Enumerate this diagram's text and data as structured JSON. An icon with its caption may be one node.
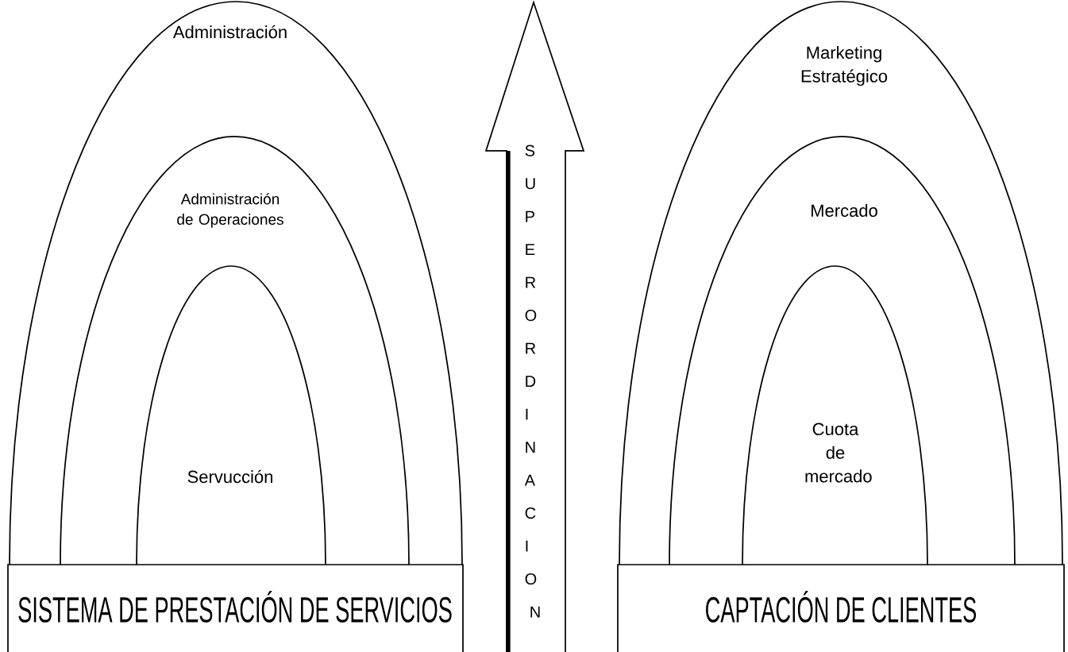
{
  "diagram": {
    "nodes": [
      {
        "text": [
          "Administración"
        ]
      },
      {
        "text": [
          "Administración de Operaciones"
        ],
        "in": 0
      },
      {
        "text": [
          "Servucción"
        ],
        "in": 1
      },
      {
        "text": [
          "SISTEMA DE PRESTACIÓN DE SERVICIOS"
        ]
      },
      {
        "text": [
          "SUPERORDINACION"
        ]
      },
      {
        "text": [
          "Marketing Estratégico"
        ]
      },
      {
        "text": [
          "Mercado"
        ],
        "in": 5
      },
      {
        "text": [
          "Cuota de mercado"
        ],
        "in": 6
      },
      {
        "text": [
          "CAPTACIÓN DE CLIENTES"
        ]
      }
    ]
  }
}
